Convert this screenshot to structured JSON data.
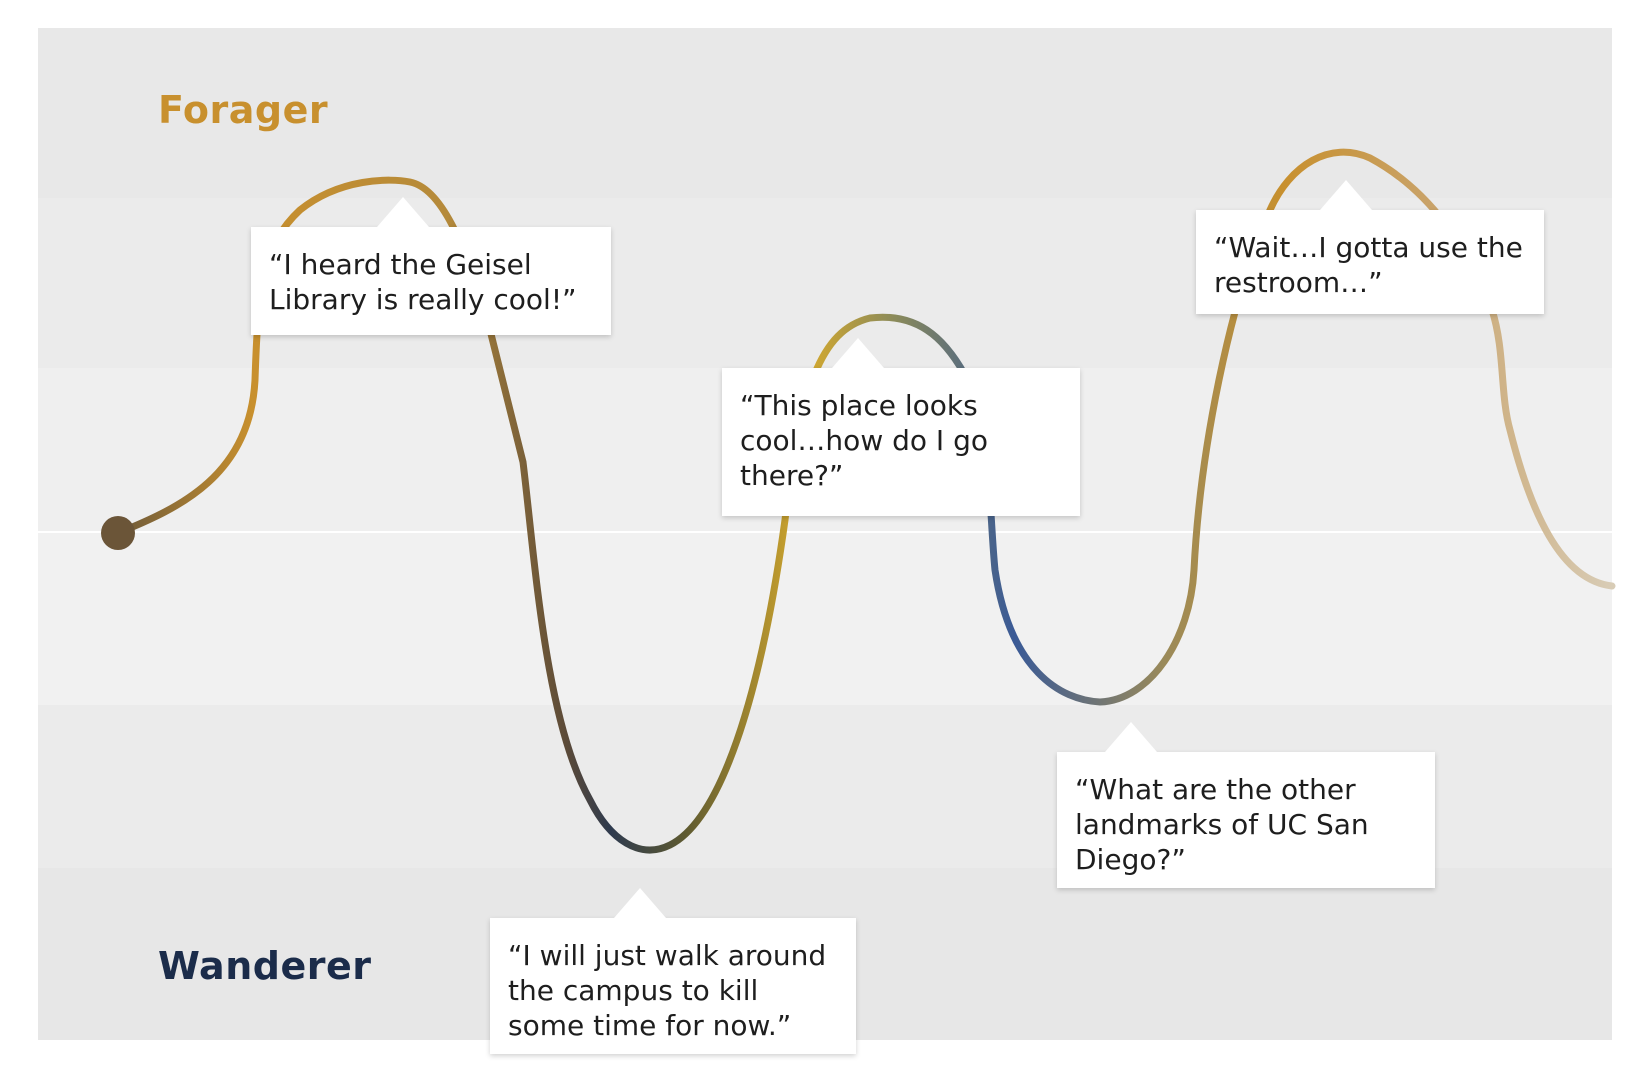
{
  "axis": {
    "top_label": "Forager",
    "bottom_label": "Wanderer",
    "top_color": "#c8902e",
    "bottom_color": "#1b2c4a"
  },
  "quotes": [
    {
      "text": "“I heard the Geisel Library is really cool!”"
    },
    {
      "text": "“I will just walk around the campus to kill some time for now.”"
    },
    {
      "text": "“This place looks cool…how do I go there?”"
    },
    {
      "text": "“What are the other landmarks of UC San Diego?”"
    },
    {
      "text": "“Wait…I gotta use the restroom…”"
    }
  ]
}
